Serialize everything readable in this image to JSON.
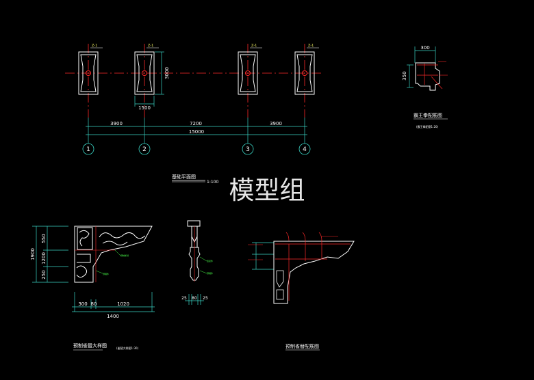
{
  "foundation_plan": {
    "column_tags": [
      "Z-1",
      "Z-1",
      "Z-1",
      "Z-1"
    ],
    "axis_labels": [
      "1",
      "2",
      "3",
      "4"
    ],
    "dims": {
      "height": "3000",
      "width": "1500",
      "span_1_2": "3900",
      "span_2_3": "7200",
      "span_3_4": "3900",
      "total": "15000"
    },
    "title": "基础平面图",
    "scale": "1:100"
  },
  "watermark": "模型组",
  "top_right_detail": {
    "dim_top": "300",
    "dim_side": "350",
    "title": "霸王拳配筋图",
    "subtitle": "(霸王拳配筋1:20)"
  },
  "bracket_large": {
    "dims_vertical": [
      "1900",
      "550",
      "1200",
      "250"
    ],
    "dims_bottom": [
      "300",
      "80",
      "1020"
    ],
    "dim_total": "1400",
    "title": "预制雀替大样图",
    "subtitle": "(雀替大样图1:30)"
  },
  "post_detail": {
    "dims_bottom": [
      "25",
      "80",
      "25"
    ]
  },
  "bracket_rebar": {
    "title": "预制雀替配筋图"
  },
  "colors": {
    "background": "#000000",
    "line": "#ffffff",
    "axis": "#ff2a2a",
    "dimension": "#3ad6c6",
    "annotation": "#4aff4a",
    "tag": "#ffff66"
  }
}
